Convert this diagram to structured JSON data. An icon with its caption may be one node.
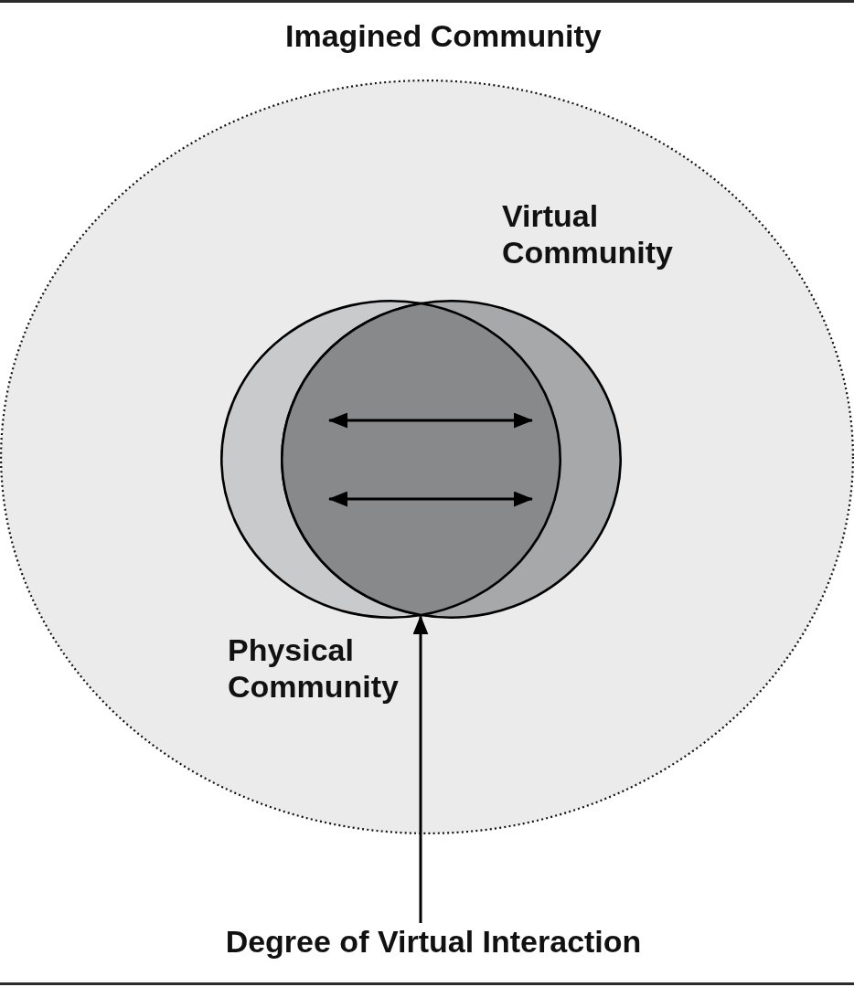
{
  "diagram": {
    "nodes": [
      {
        "text": [
          "Imagined Community"
        ]
      },
      {
        "text": [
          "Virtual Community"
        ],
        "in": 0
      },
      {
        "text": [
          "Physical Community"
        ],
        "in": 0
      },
      {
        "text": [
          "Degree of Virtual Interaction"
        ]
      }
    ],
    "edges": [
      {
        "from": 3,
        "to": 2,
        "arrow": "to"
      }
    ]
  }
}
